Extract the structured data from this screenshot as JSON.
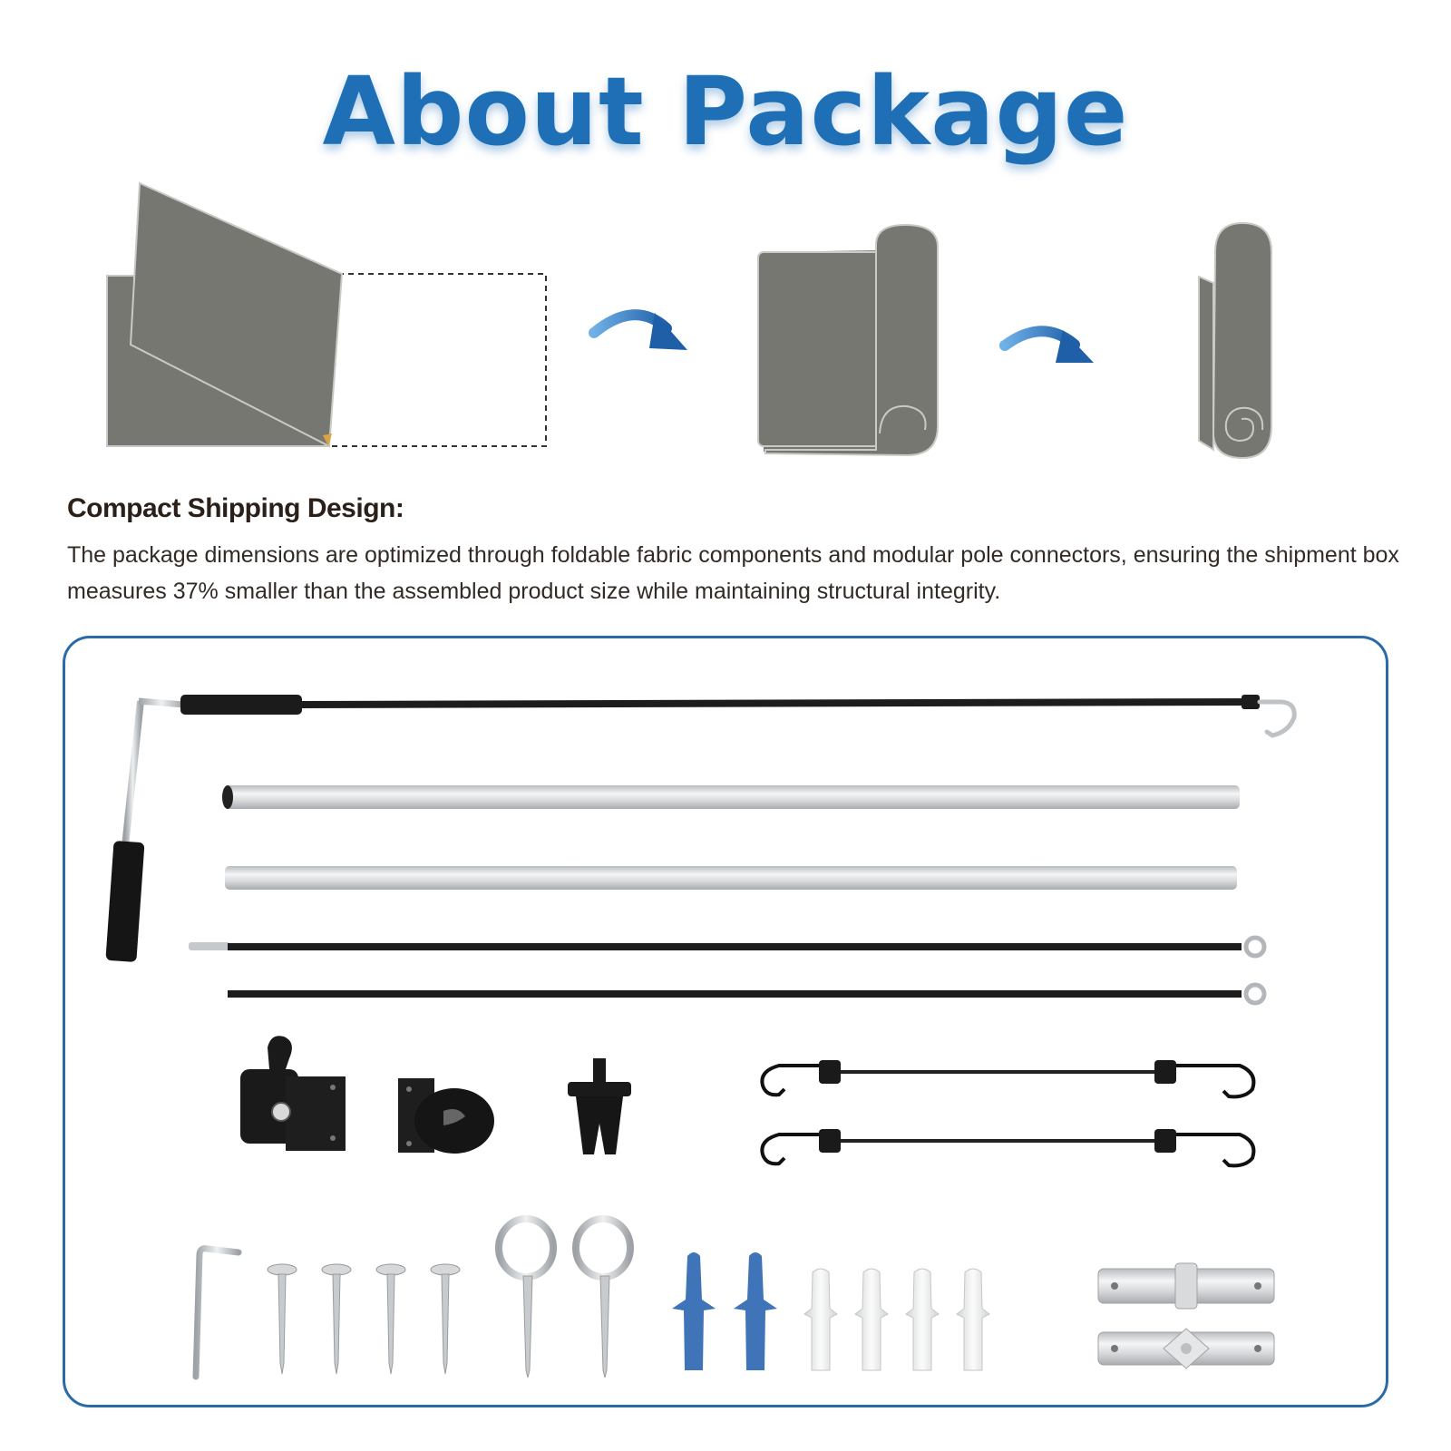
{
  "header": {
    "title": "About Package"
  },
  "section": {
    "heading": "Compact Shipping Design:",
    "body": "The package dimensions are optimized through foldable fabric components and modular pole connectors, ensuring the shipment box measures 37% smaller than the assembled product size while maintaining structural integrity."
  },
  "colors": {
    "title_blue": "#1f6fb6",
    "fabric_gray": "#757570",
    "arrow_blue": "#1f6fb6",
    "panel_border": "#2a6aa8",
    "anchor_blue": "#3f74b8"
  },
  "icons": [
    "fold-step-arrow-icon",
    "roll-step-arrow-icon"
  ]
}
